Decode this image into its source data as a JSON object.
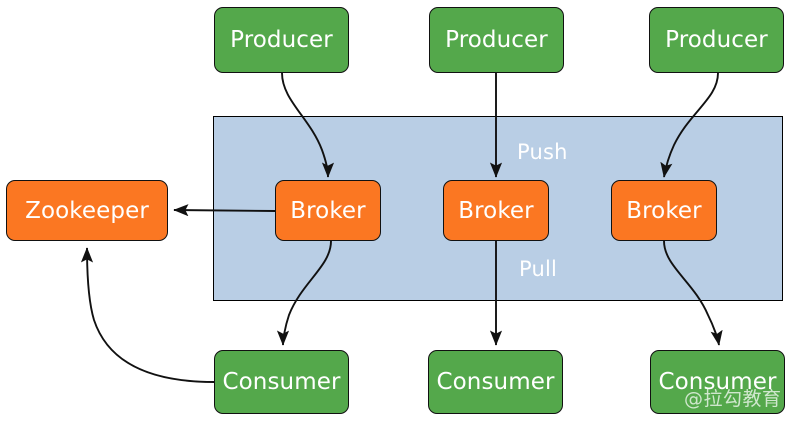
{
  "diagram": {
    "title": "Kafka Producer Broker Consumer Zookeeper architecture",
    "colors": {
      "producer_green": "#54a84b",
      "broker_orange": "#fb7722",
      "zookeeper_orange": "#fb7722",
      "consumer_green": "#54a84b",
      "cluster_blue": "#b9cee5",
      "stroke_black": "#111111",
      "label_white": "#ffffff"
    },
    "cluster": {
      "name": "kafka-cluster-region",
      "push_label": "Push",
      "pull_label": "Pull"
    },
    "producers": [
      {
        "label": "Producer"
      },
      {
        "label": "Producer"
      },
      {
        "label": "Producer"
      }
    ],
    "brokers": [
      {
        "label": "Broker"
      },
      {
        "label": "Broker"
      },
      {
        "label": "Broker"
      }
    ],
    "consumers": [
      {
        "label": "Consumer"
      },
      {
        "label": "Consumer"
      },
      {
        "label": "Consumer"
      }
    ],
    "zookeeper": {
      "label": "Zookeeper"
    },
    "watermark": {
      "text": "@拉勾教育"
    }
  }
}
